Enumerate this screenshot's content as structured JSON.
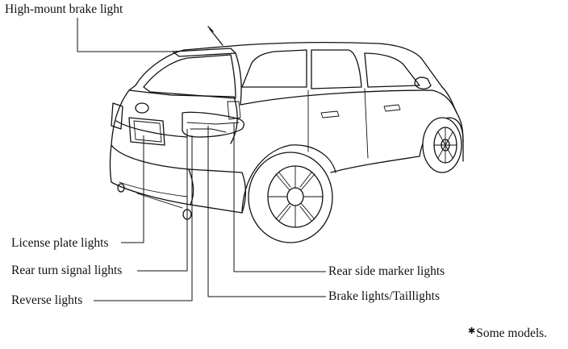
{
  "labels": {
    "high_mount": "High-mount brake light",
    "license_plate": "License plate lights",
    "rear_turn": "Rear turn signal lights",
    "reverse": "Reverse lights",
    "rear_side_marker": "Rear side marker lights",
    "brake_tail": "Brake lights/Taillights"
  },
  "footnote": {
    "mark": "✱",
    "text": "Some models."
  }
}
